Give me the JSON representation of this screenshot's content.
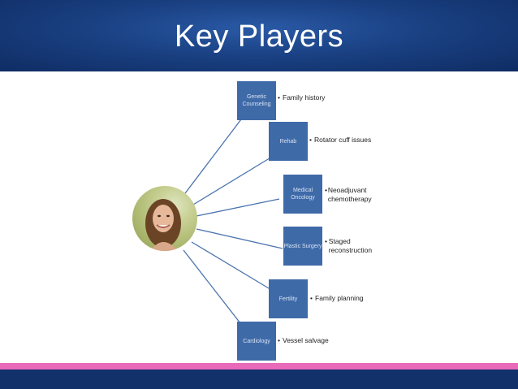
{
  "title": "Key Players",
  "nodes": [
    {
      "label": "Genetic Counseling",
      "bullet": "Family history"
    },
    {
      "label": "Rehab",
      "bullet": "Rotator cuff issues"
    },
    {
      "label": "Medical Oncology",
      "bullet": "Neoadjuvant chemotherapy"
    },
    {
      "label": "Plastic Surgery",
      "bullet": "Staged reconstruction"
    },
    {
      "label": "Fertility",
      "bullet": "Family planning"
    },
    {
      "label": "Cardiology",
      "bullet": "Vessel salvage"
    }
  ],
  "colors": {
    "header": "#1a4183",
    "node": "#3f6aa8",
    "accent_stripe": "#e86ab8",
    "line": "#4a74ad"
  }
}
